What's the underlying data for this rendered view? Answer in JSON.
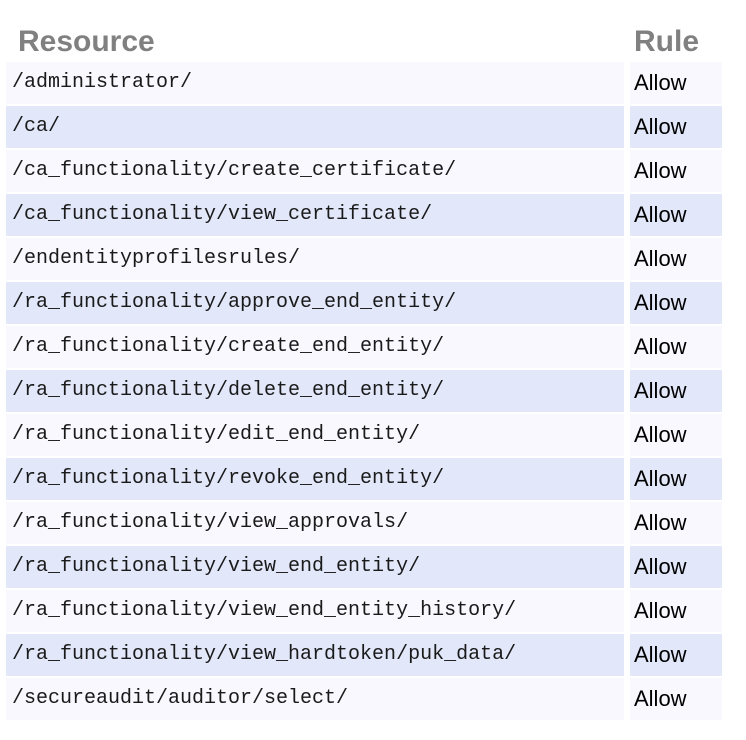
{
  "table": {
    "name": "access-rules",
    "columns": [
      {
        "key": "resource",
        "label": "Resource"
      },
      {
        "key": "rule",
        "label": "Rule"
      }
    ],
    "header": {
      "resource_label": "Resource",
      "rule_label": "Rule"
    },
    "stripe_colors": {
      "odd": "#f8f8fe",
      "even": "#e2e8fa"
    },
    "header_color": "#808080",
    "resource_text_color": "#1a1a1a",
    "rule_text_color": "#000000",
    "row_count": 15,
    "rows": [
      {
        "resource": "/administrator/",
        "rule": "Allow"
      },
      {
        "resource": "/ca/",
        "rule": "Allow"
      },
      {
        "resource": "/ca_functionality/create_certificate/",
        "rule": "Allow"
      },
      {
        "resource": "/ca_functionality/view_certificate/",
        "rule": "Allow"
      },
      {
        "resource": "/endentityprofilesrules/",
        "rule": "Allow"
      },
      {
        "resource": "/ra_functionality/approve_end_entity/",
        "rule": "Allow"
      },
      {
        "resource": "/ra_functionality/create_end_entity/",
        "rule": "Allow"
      },
      {
        "resource": "/ra_functionality/delete_end_entity/",
        "rule": "Allow"
      },
      {
        "resource": "/ra_functionality/edit_end_entity/",
        "rule": "Allow"
      },
      {
        "resource": "/ra_functionality/revoke_end_entity/",
        "rule": "Allow"
      },
      {
        "resource": "/ra_functionality/view_approvals/",
        "rule": "Allow"
      },
      {
        "resource": "/ra_functionality/view_end_entity/",
        "rule": "Allow"
      },
      {
        "resource": "/ra_functionality/view_end_entity_history/",
        "rule": "Allow"
      },
      {
        "resource": "/ra_functionality/view_hardtoken/puk_data/",
        "rule": "Allow"
      },
      {
        "resource": "/secureaudit/auditor/select/",
        "rule": "Allow"
      }
    ]
  }
}
